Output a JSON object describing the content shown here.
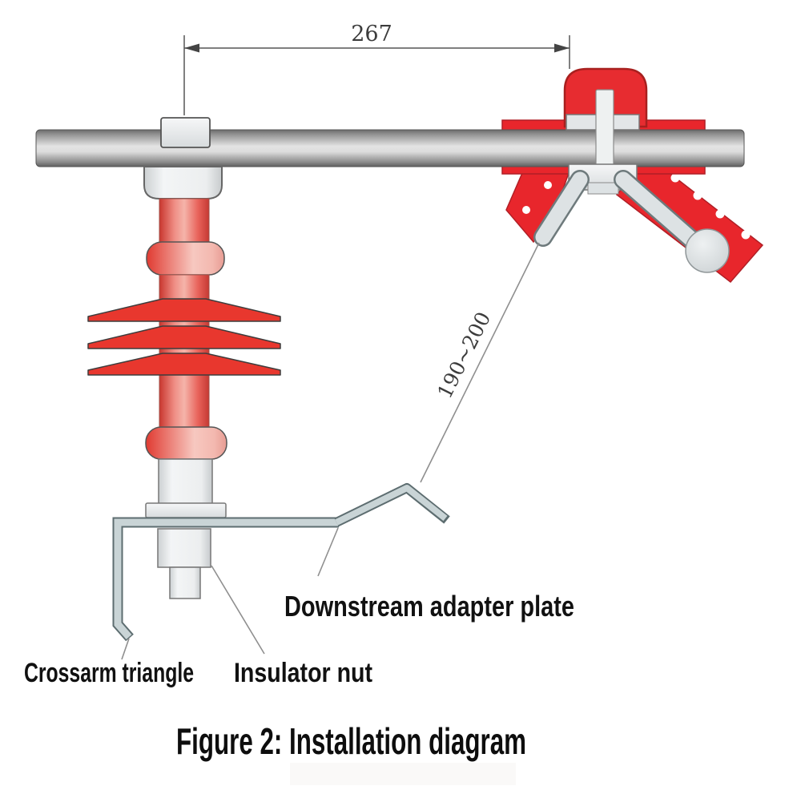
{
  "figure": {
    "caption": "Figure 2: Installation diagram"
  },
  "dimensions": {
    "top_width": "267",
    "diagonal_range": "190~200"
  },
  "labels": {
    "crossarm_triangle": "Crossarm triangle",
    "insulator_nut": "Insulator nut",
    "downstream_adapter_plate": "Downstream adapter plate"
  },
  "colors": {
    "red_fill": "#e8262c",
    "red_border": "#b01f26",
    "metal_light": "#eef0f1",
    "metal_border": "#6b6b6b",
    "pipe_mid": "#e2e2e2",
    "pipe_dark": "#5e5e5e",
    "bracket_fill": "#c9d4d6",
    "bracket_border": "#5d6d70",
    "leader_line": "#8f8f8f",
    "label_text": "#111111",
    "dim_text": "#3c3c3c"
  }
}
